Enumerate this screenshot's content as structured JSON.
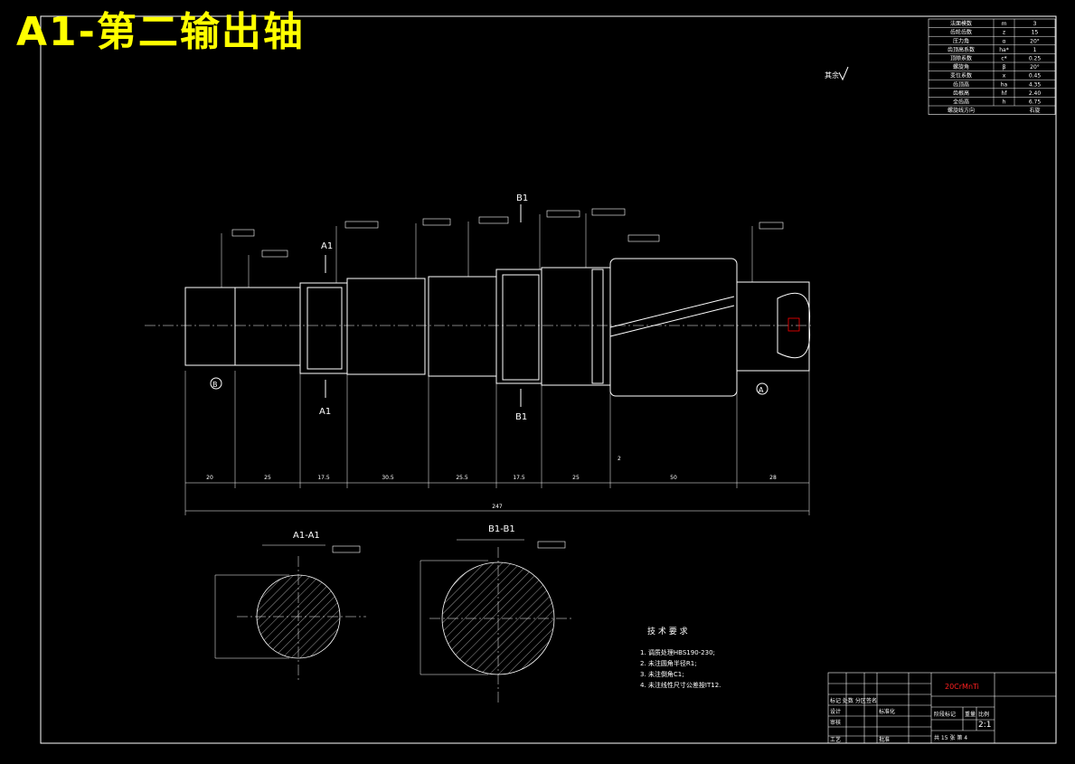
{
  "title": "A1-第二输出轴",
  "roughness_note": "其余",
  "param_table": [
    [
      "法面模数",
      "m",
      "3"
    ],
    [
      "齿轮齿数",
      "z",
      "15"
    ],
    [
      "压力角",
      "α",
      "20°"
    ],
    [
      "齿顶高系数",
      "ha*",
      "1"
    ],
    [
      "顶隙系数",
      "c*",
      "0.25"
    ],
    [
      "螺旋角",
      "β",
      "20°"
    ],
    [
      "变位系数",
      "x",
      "0.45"
    ],
    [
      "齿顶高",
      "ha",
      "4.35"
    ],
    [
      "齿根高",
      "hf",
      "2.40"
    ],
    [
      "全齿高",
      "h",
      "6.75"
    ],
    [
      "螺旋线方向",
      "",
      "右旋"
    ]
  ],
  "section_labels": {
    "a1_top": "A1",
    "a1_bottom": "A1",
    "b1_top": "B1",
    "b1_bottom": "B1",
    "view_a1": "A1-A1",
    "view_b1": "B1-B1"
  },
  "datum_b": "B",
  "datum_a": "A",
  "lengths": [
    "20",
    "25",
    "17.5",
    "30.5",
    "25.5",
    "17.5",
    "25",
    "50",
    "28"
  ],
  "gap_dim": "2",
  "total_length": "247",
  "tech_req": {
    "heading": "技 术 要 求",
    "items": [
      "1. 调质处理HBS190-230;",
      "2. 未注圆角半径R1;",
      "3. 未注倒角C1;",
      "4. 未注线性尺寸公差按IT12."
    ]
  },
  "title_block": {
    "material": "20CrMnTi",
    "stage_mark": "阶段标记",
    "weight": "重量",
    "scale_label": "比例",
    "scale": "2:1",
    "sheets": "共 15 张  第 4",
    "designer": "设计",
    "standardize": "标准化",
    "checker": "审核",
    "process": "工艺",
    "approve": "批准",
    "revise": "标记 处数 分区",
    "sign_label": "签名"
  }
}
